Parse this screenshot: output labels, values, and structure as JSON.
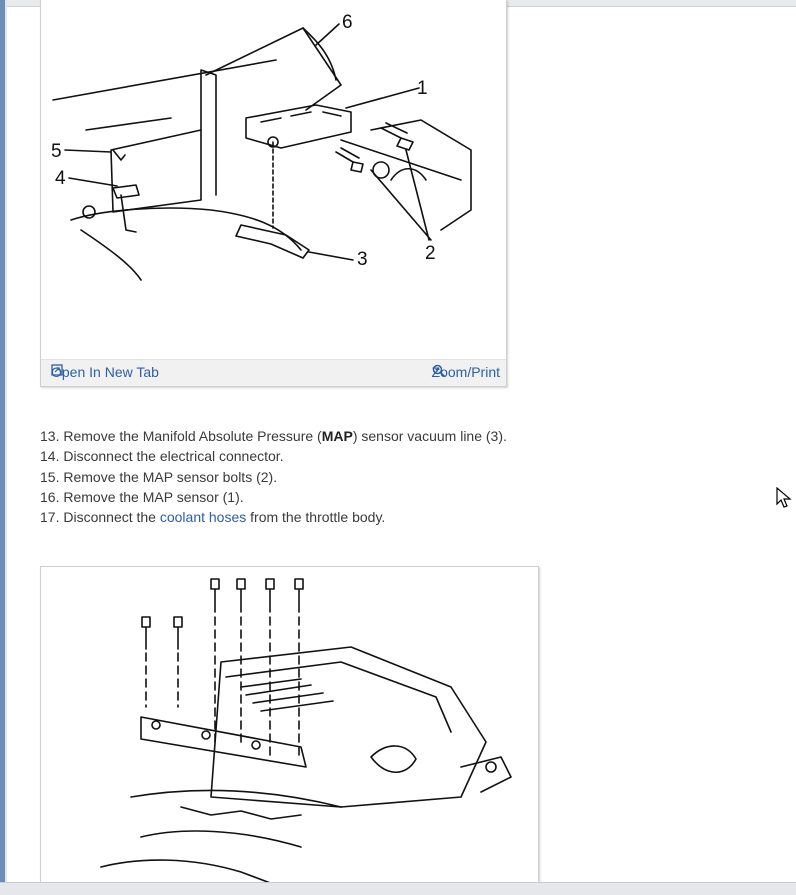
{
  "figure1": {
    "callouts": [
      "6",
      "1",
      "5",
      "4",
      "2",
      "3"
    ],
    "toolbar": {
      "open_label": "Open In New Tab",
      "zoom_label": "Zoom/Print",
      "open_icon": "open-new-tab-icon",
      "zoom_icon": "magnifier-zoom-icon"
    }
  },
  "steps": [
    {
      "num": "13.",
      "pre": "Remove the Manifold Absolute Pressure (",
      "bold": "MAP",
      "post": ") sensor vacuum line (3)."
    },
    {
      "num": "14.",
      "text": "Disconnect the electrical connector."
    },
    {
      "num": "15.",
      "text": "Remove the MAP sensor bolts (2)."
    },
    {
      "num": "16.",
      "text": "Remove the MAP sensor (1)."
    },
    {
      "num": "17.",
      "pre": "Disconnect the ",
      "link": "coolant hoses",
      "post": " from the throttle body."
    }
  ],
  "colors": {
    "link": "#2d5ea8",
    "text": "#3a3a3a",
    "toolbar_bg": "#f1f1f1"
  }
}
